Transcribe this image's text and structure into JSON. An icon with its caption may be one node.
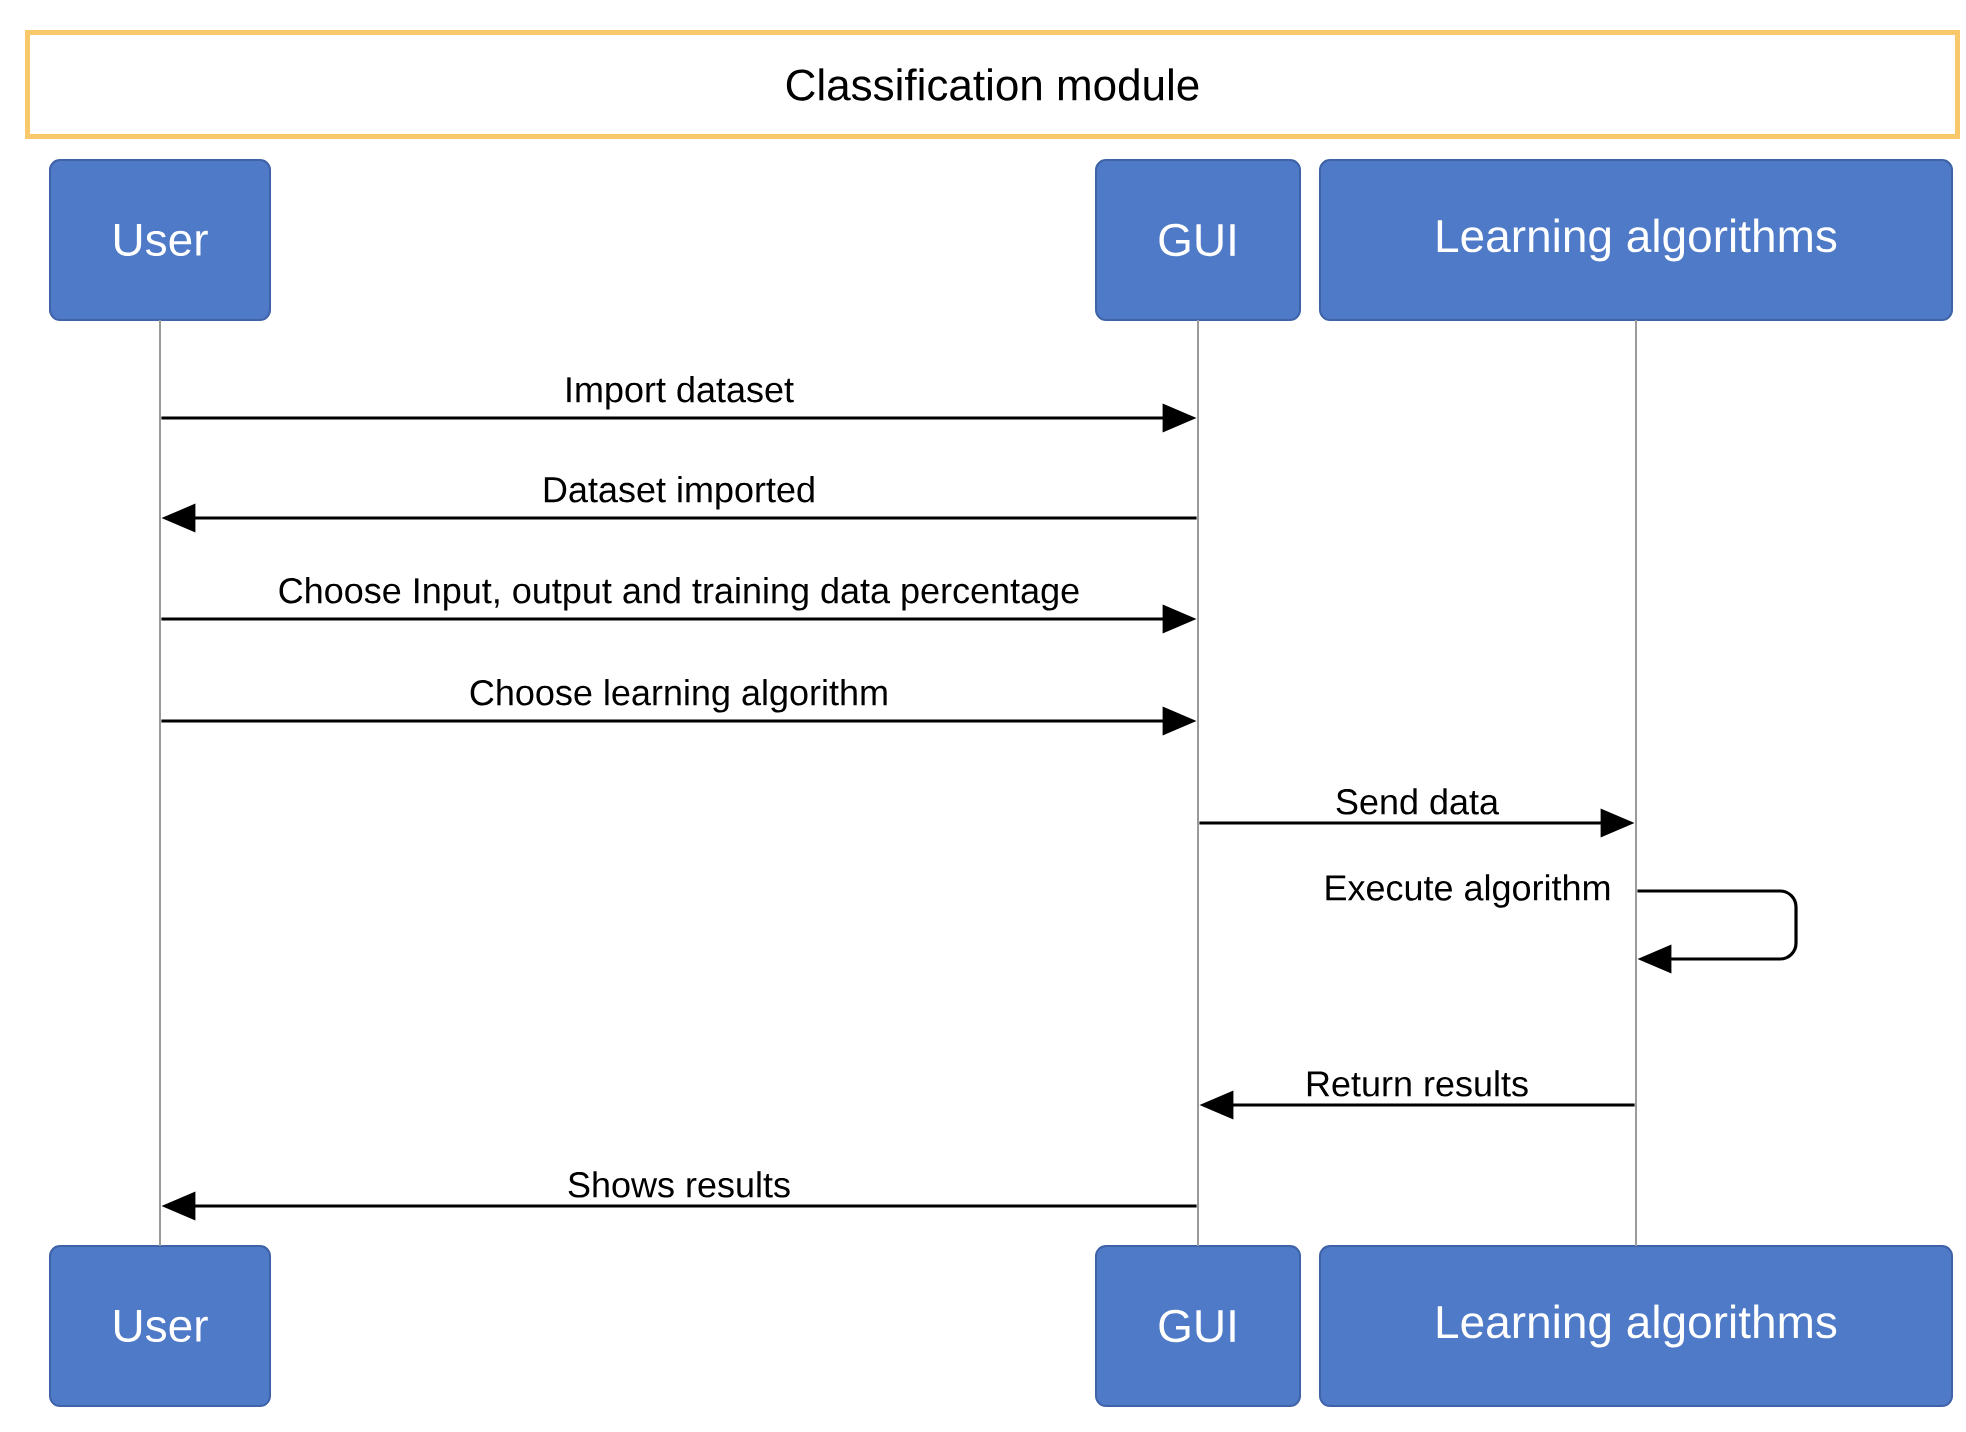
{
  "diagram": {
    "title": "Classification module",
    "nodes": [
      {
        "text": [
          "User"
        ]
      },
      {
        "text": [
          "GUI"
        ]
      },
      {
        "text": [
          "Learning algorithms"
        ]
      },
      {
        "text": [
          "User"
        ]
      },
      {
        "text": [
          "GUI"
        ]
      },
      {
        "text": [
          "Learning algorithms"
        ]
      },
      {
        "text": [],
        "shape": "line"
      },
      {
        "text": [],
        "shape": "line"
      },
      {
        "text": [],
        "shape": "line"
      }
    ],
    "edges": [
      {
        "from": 6,
        "to": 7,
        "arrow": "to",
        "label": "Import dataset"
      },
      {
        "from": 7,
        "to": 6,
        "arrow": "to",
        "label": "Dataset imported"
      },
      {
        "from": 6,
        "to": 7,
        "arrow": "to",
        "label": "Choose Input, output and training data percentage"
      },
      {
        "from": 6,
        "to": 7,
        "arrow": "to",
        "label": "Choose learning algorithm"
      },
      {
        "from": 7,
        "to": 8,
        "arrow": "to",
        "label": "Send data"
      },
      {
        "from": 8,
        "to": 8,
        "arrow": "to",
        "label": "Execute algorithm"
      },
      {
        "from": 8,
        "to": 7,
        "arrow": "to",
        "label": "Return results"
      },
      {
        "from": 7,
        "to": 6,
        "arrow": "to",
        "label": "Shows results"
      }
    ]
  }
}
